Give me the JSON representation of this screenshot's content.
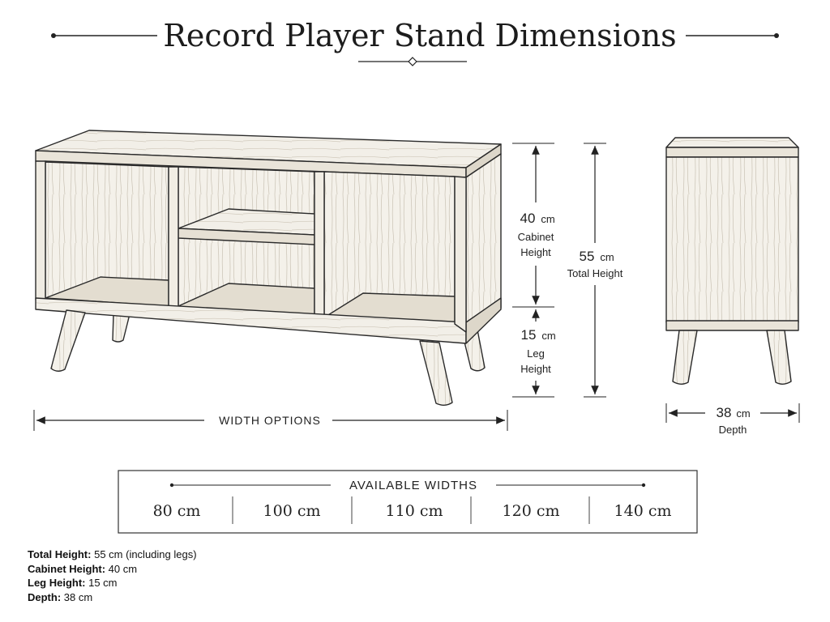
{
  "title": "Record Player Stand Dimensions",
  "dimensions": {
    "cabinet_height": {
      "value": "40",
      "unit": "cm",
      "label_line1": "Cabinet",
      "label_line2": "Height"
    },
    "total_height": {
      "value": "55",
      "unit": "cm",
      "label": "Total Height"
    },
    "leg_height": {
      "value": "15",
      "unit": "cm",
      "label_line1": "Leg",
      "label_line2": "Height"
    },
    "depth": {
      "value": "38",
      "unit": "cm",
      "label": "Depth"
    }
  },
  "width_options_label": "WIDTH OPTIONS",
  "available_widths": {
    "heading": "AVAILABLE WIDTHS",
    "options": [
      "80 cm",
      "100 cm",
      "110 cm",
      "120 cm",
      "140 cm"
    ]
  },
  "specs": [
    {
      "key": "Total Height:",
      "value": " 55 cm (including legs)"
    },
    {
      "key": "Cabinet Height:",
      "value": " 40 cm"
    },
    {
      "key": "Leg Height:",
      "value": " 15 cm"
    },
    {
      "key": "Depth:",
      "value": " 38 cm"
    }
  ]
}
